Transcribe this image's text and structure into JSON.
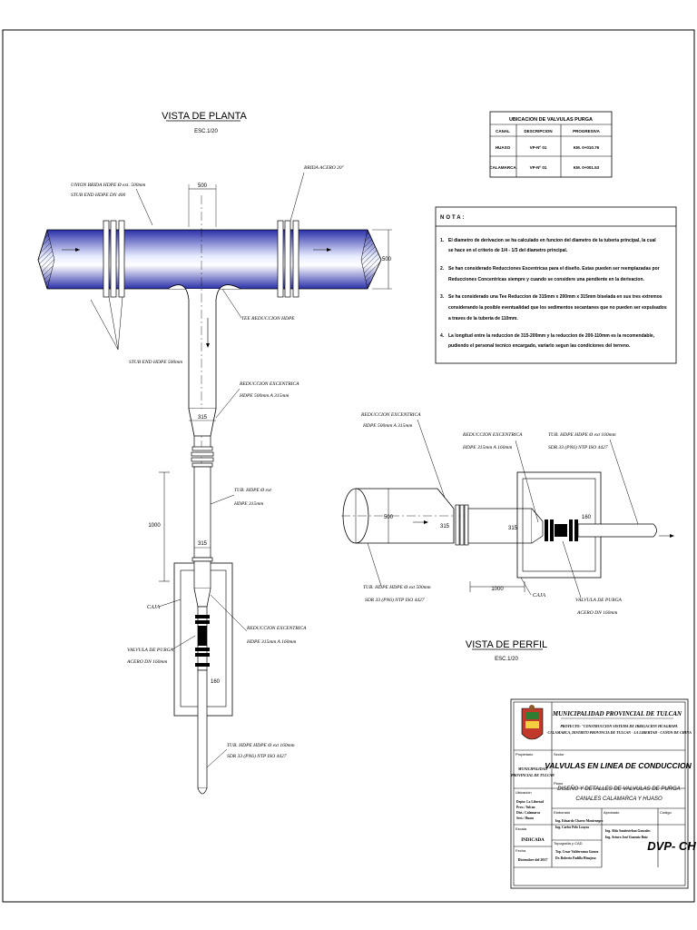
{
  "plan_view": {
    "title": "VISTA DE PLANTA",
    "scale": "ESC.1/20"
  },
  "profile_view": {
    "title": "VISTA DE PERFIL",
    "scale": "ESC.1/20"
  },
  "valve_table": {
    "title": "UBICACION DE VALVULAS PURGA",
    "headers": [
      "CANAL",
      "DESCRIPCION",
      "PROGRESIVA"
    ],
    "rows": [
      [
        "HUASO",
        "VP-Nº 01",
        "KM. 0+010.76"
      ],
      [
        "CALAMARCA",
        "VP-Nº 01",
        "KM. 0+001.53"
      ]
    ]
  },
  "notes": {
    "title": "NOTA:",
    "items": [
      {
        "num": "1.",
        "lines": [
          "El diametro de derivacion se ha calculado en funcion del diametro de la tuberia principal, la cual",
          "se hace en el criterio de 1/4 - 1/3 del diametro principal."
        ]
      },
      {
        "num": "2.",
        "lines": [
          "Se han considerado Reducciones Excentricas para el diseño. Estas pueden ser reemplazadas por",
          "Reducciones Concentricas siempre y cuando se considere una pendiente en la derivacion."
        ]
      },
      {
        "num": "3.",
        "lines": [
          "Se ha considerado una Tee Reduccion de 315mm x 200mm x 315mm biselada en sus tres extremos",
          "considerando la posible eventualidad que los sedimentos secantanes que no pueden ser expulsados",
          "a traves de la tuberia de 110mm."
        ]
      },
      {
        "num": "4.",
        "lines": [
          "La longitud entre la reduccion de 315-200mm y la reduccion de 200-110mm es la recomendable,",
          "pudiendo el personal tecnico encargado, variarlo segun las condiciones del terreno."
        ]
      }
    ]
  },
  "plan_labels": {
    "union_top": [
      "UNION BRIDA HDPE Ø ext. 500mm",
      "STUB END HDPE DN 400"
    ],
    "codo": "BRIDA ACERO 20\"",
    "stub_end": "STUB END HDPE 500mm",
    "tee": "TEE REDUCCION HDPE",
    "reduccion_1": [
      "REDUCCION EXCENTRICA",
      "HDPE 500mm A 315mm"
    ],
    "tub_315": [
      "TUB. HDPE Ø ext",
      "HDPE 315mm"
    ],
    "caja": "CAJA",
    "valvula": [
      "VALVULA DE PURGA",
      "ACERO DN 160mm"
    ],
    "reduccion_2": [
      "REDUCCION EXCENTRICA",
      "HDPE 315mm A 160mm"
    ],
    "tub_160": [
      "TUB. HDPE HDPE Ø ext 160mm",
      "SDR 33 (PN6) NTP ISO 4427"
    ]
  },
  "profile_labels": {
    "reduccion_1": [
      "REDUCCION EXCENTRICA",
      "HDPE 500mm A 315mm"
    ],
    "reduccion_2": [
      "REDUCCION EXCENTRICA",
      "HDPE 315mm A 160mm"
    ],
    "tub_top": [
      "TUB. HDPE HDPE Ø ext 160mm",
      "SDR 33 (PN6) NTP ISO 4427"
    ],
    "tub_bottom": [
      "TUB. HDPE HDPE Ø ext 500mm",
      "SDR 33 (PN6) NTP ISO 4427"
    ],
    "caja": "CAJA",
    "valvula": [
      "VALVULA DE PURGA",
      "ACERO DN 160mm"
    ]
  },
  "dimensions": {
    "d500_top": "500",
    "d500_right": "500",
    "d315": "315",
    "d315_b": "315",
    "d160": "160",
    "d1000": "1000",
    "p500": "500",
    "p315": "315",
    "p315_b": "315",
    "p160": "160",
    "p1000": "1000"
  },
  "title_block": {
    "org": "MUNICIPALIDAD PROVINCIAL DE TULCAN",
    "project_lines": [
      "PROYECTO: \"CONSTRUCCION SISTEMA DE IRRIGACION HUAGRAPA",
      "-CALAMARCA, DISTRITO PROVINCIA DE TULCAN - LA LIBERTAD - CAÑON DE CHINA"
    ],
    "sector_label": "Sector",
    "main_title": "VALVULAS EN LINEA DE CONDUCCION",
    "plano_label": "Plano",
    "sub_title_1": "DISEÑO Y DETALLES DE VALVULAS DE PURGA",
    "sub_title_2": "CANALES CALAMARCA Y HUASO",
    "propietario_label": "Propietario",
    "propietario": [
      "MUNICIPALIDAD",
      "PROVINCIAL DE TULCAN"
    ],
    "ubicacion_label": "Ubicación",
    "ubicacion": [
      "Depto: La Libertad",
      "Prov.: Tulcan",
      "Dist.: Calamarca",
      "Sect.: Huaso"
    ],
    "escala_label": "Escala",
    "escala": "INDICADA",
    "fecha_label": "Fecha",
    "fecha": "Diciembre del 2017",
    "elaborado_label": "Elaborado",
    "elaborado": [
      "Ing. Eduardo Chavez Montenegro",
      "Ing. Carlos Polo Loayza"
    ],
    "aprobado_label": "Aprobado",
    "aprobado": [
      "Ing. Aldo Santiesteban Gonzales",
      "Ing. Arturo José Guarniz Ruiz"
    ],
    "topo_label": "Topografía y CAD",
    "topo": [
      "Top. Cesar Valderrama Gomez",
      "Dr. Roberto Padilla Hinojosa"
    ],
    "codigo_label": "Código",
    "codigo": "DVP- CH"
  }
}
